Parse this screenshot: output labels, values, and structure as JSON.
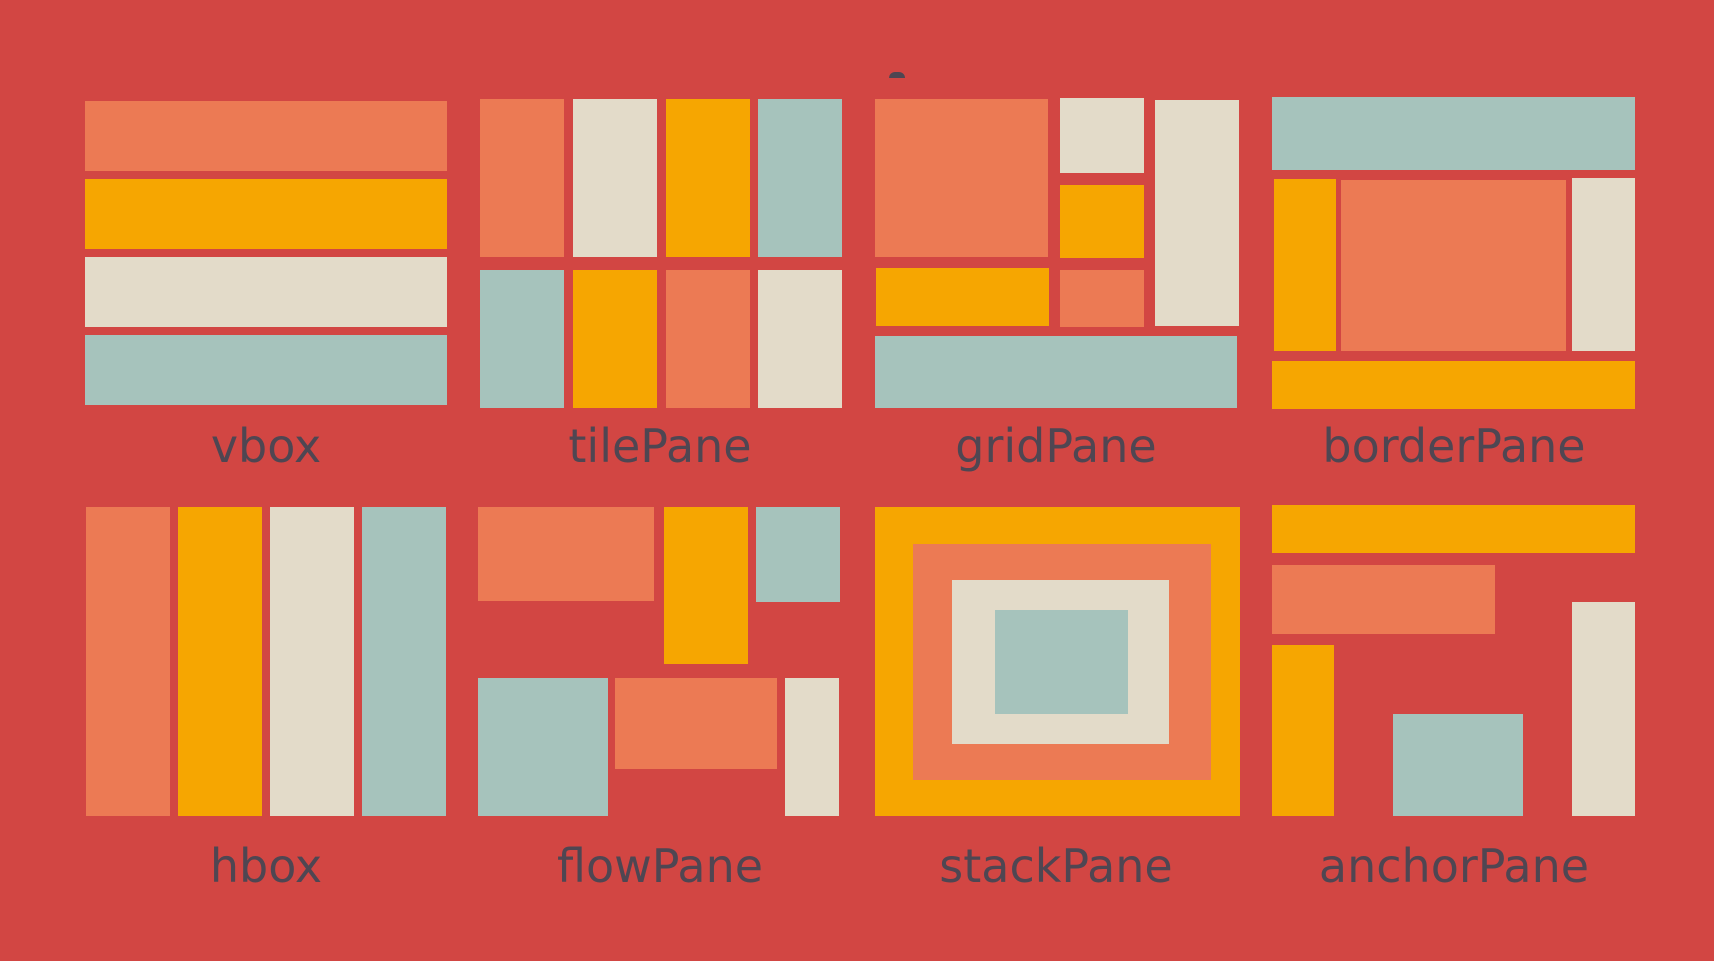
{
  "panes": [
    {
      "id": "vbox",
      "label": "vbox"
    },
    {
      "id": "tilePane",
      "label": "tilePane"
    },
    {
      "id": "gridPane",
      "label": "gridPane"
    },
    {
      "id": "borderPane",
      "label": "borderPane"
    },
    {
      "id": "hbox",
      "label": "hbox"
    },
    {
      "id": "flowPane",
      "label": "flowPane"
    },
    {
      "id": "stackPane",
      "label": "stackPane"
    },
    {
      "id": "anchorPane",
      "label": "anchorPane"
    }
  ],
  "colors": {
    "background": "#d24643",
    "orange": "#ec7a54",
    "yellow": "#f6a601",
    "cream": "#e3dbc9",
    "teal": "#a6c3bc",
    "label": "#4f4652"
  }
}
